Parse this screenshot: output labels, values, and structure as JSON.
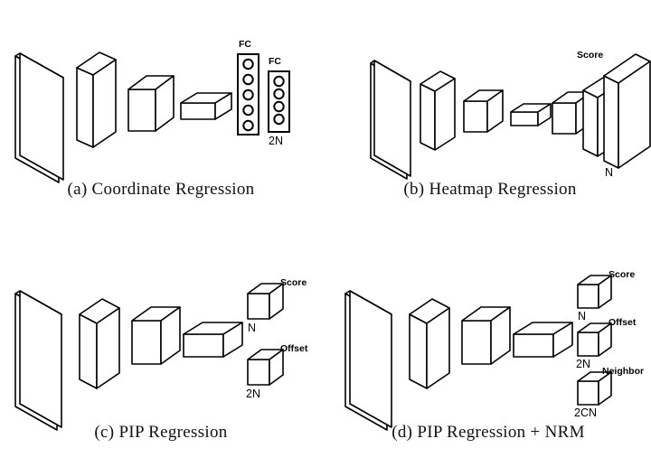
{
  "figure": {
    "background": "#ffffff",
    "line_color": "#000000",
    "face_color": "#ffffff",
    "panels": [
      {
        "id": "panel-a",
        "caption": "(a) Coordinate Regression",
        "blocks": [
          {
            "name": "input-image-plate",
            "kind": "plate"
          },
          {
            "name": "conv-block-1",
            "kind": "slab"
          },
          {
            "name": "conv-block-2",
            "kind": "cube"
          },
          {
            "name": "conv-block-3",
            "kind": "flat-slab"
          }
        ],
        "fc_layers": [
          {
            "name": "fc-layer-1",
            "tag": "FC",
            "nodes": 5,
            "dim": ""
          },
          {
            "name": "fc-layer-2",
            "tag": "FC",
            "nodes": 4,
            "dim": "2N"
          }
        ],
        "outputs": []
      },
      {
        "id": "panel-b",
        "caption": "(b) Heatmap Regression",
        "blocks": [
          {
            "name": "input-image-plate",
            "kind": "plate"
          },
          {
            "name": "conv-block-1",
            "kind": "slab"
          },
          {
            "name": "conv-block-2",
            "kind": "cube"
          },
          {
            "name": "conv-block-3",
            "kind": "flat-slab"
          },
          {
            "name": "deconv-block-1",
            "kind": "cube"
          },
          {
            "name": "deconv-block-2",
            "kind": "slab"
          }
        ],
        "fc_layers": [],
        "outputs": [
          {
            "name": "heatmap-output",
            "tag": "Score",
            "dim": "N",
            "kind": "big-plate"
          }
        ]
      },
      {
        "id": "panel-c",
        "caption": "(c) PIP Regression",
        "blocks": [
          {
            "name": "input-image-plate",
            "kind": "plate"
          },
          {
            "name": "conv-block-1",
            "kind": "slab"
          },
          {
            "name": "conv-block-2",
            "kind": "cube"
          },
          {
            "name": "conv-block-3",
            "kind": "flat-slab"
          }
        ],
        "fc_layers": [],
        "outputs": [
          {
            "name": "score-output",
            "tag": "Score",
            "dim": "N",
            "kind": "small-cube"
          },
          {
            "name": "offset-output",
            "tag": "Offset",
            "dim": "2N",
            "kind": "small-cube"
          }
        ]
      },
      {
        "id": "panel-d",
        "caption": "(d) PIP Regression + NRM",
        "blocks": [
          {
            "name": "input-image-plate",
            "kind": "plate"
          },
          {
            "name": "conv-block-1",
            "kind": "slab"
          },
          {
            "name": "conv-block-2",
            "kind": "cube"
          },
          {
            "name": "conv-block-3",
            "kind": "flat-slab"
          }
        ],
        "fc_layers": [],
        "outputs": [
          {
            "name": "score-output",
            "tag": "Score",
            "dim": "N",
            "kind": "small-cube"
          },
          {
            "name": "offset-output",
            "tag": "Offset",
            "dim": "2N",
            "kind": "small-cube"
          },
          {
            "name": "neighbor-output",
            "tag": "Neighbor",
            "dim": "2CN",
            "kind": "small-cube"
          }
        ]
      }
    ]
  },
  "labels": {
    "caption_a": "(a) Coordinate Regression",
    "caption_b": "(b) Heatmap Regression",
    "caption_c": "(c) PIP Regression",
    "caption_d": "(d) PIP Regression + NRM",
    "fc": "FC",
    "score": "Score",
    "offset": "Offset",
    "neighbor": "Neighbor",
    "dim_n": "N",
    "dim_2n": "2N",
    "dim_2cn": "2CN"
  }
}
